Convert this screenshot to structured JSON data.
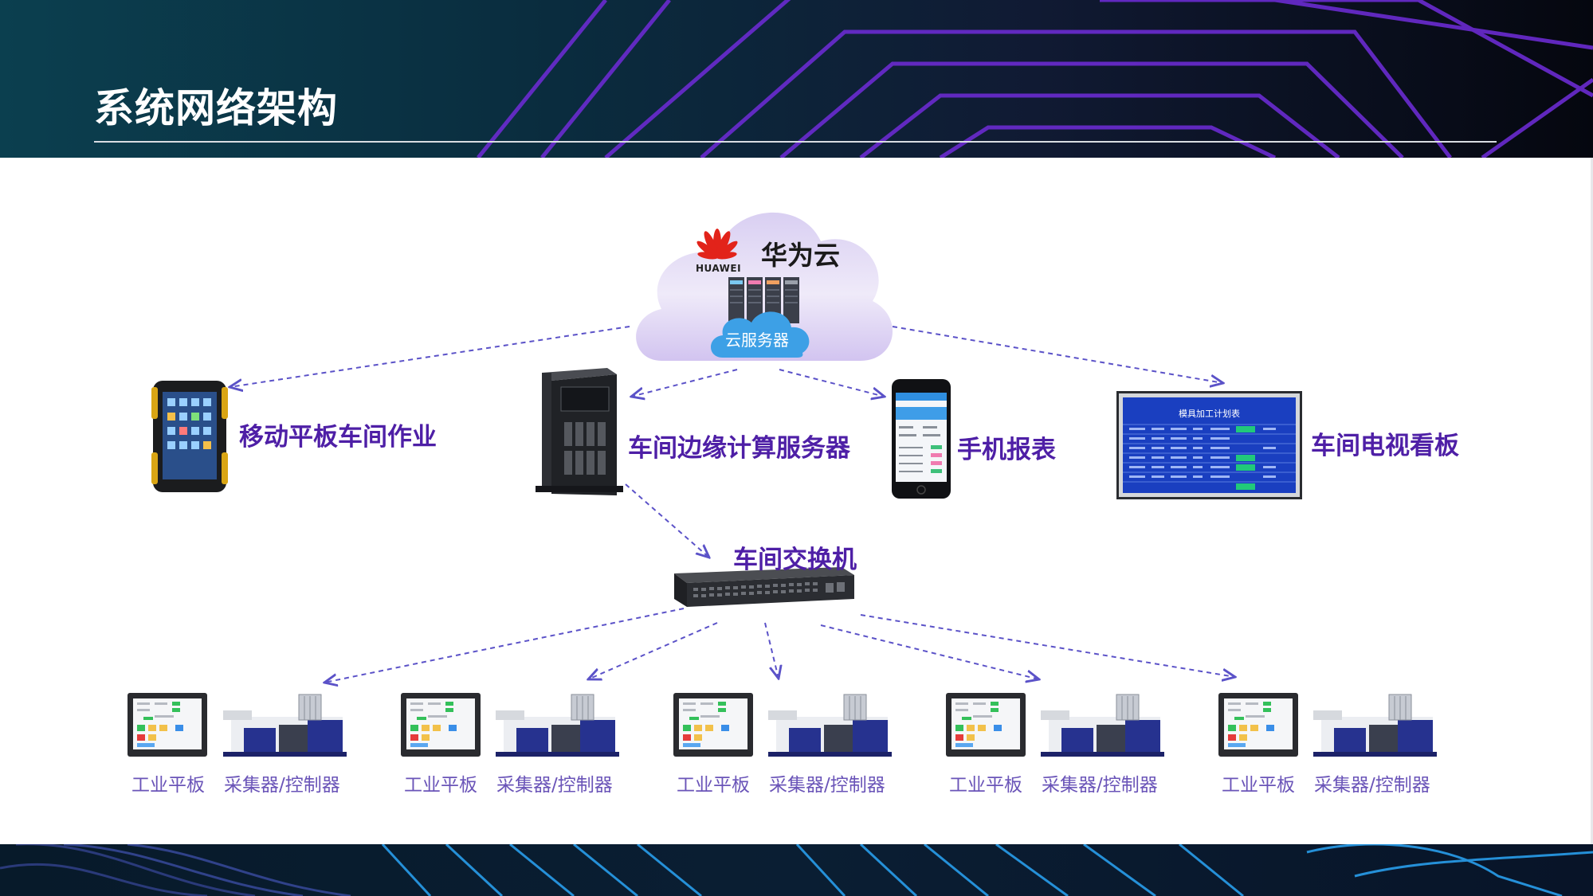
{
  "slide": {
    "title": "系统网络架构"
  },
  "cloud": {
    "brand": "HUAWEI",
    "name": "华为云",
    "server_label": "云服务器"
  },
  "nodes": {
    "tablet": "移动平板车间作业",
    "edge_server": "车间边缘计算服务器",
    "phone": "手机报表",
    "tv_board": "车间电视看板",
    "switch": "车间交换机"
  },
  "tv_screen": {
    "heading": "模具加工计划表"
  },
  "stations": [
    {
      "panel": "工业平板",
      "device": "采集器/控制器"
    },
    {
      "panel": "工业平板",
      "device": "采集器/控制器"
    },
    {
      "panel": "工业平板",
      "device": "采集器/控制器"
    },
    {
      "panel": "工业平板",
      "device": "采集器/控制器"
    },
    {
      "panel": "工业平板",
      "device": "采集器/控制器"
    }
  ],
  "colors": {
    "label": "#4e1fa6",
    "station_label": "#6a54b8",
    "connector": "#5b52c8",
    "huawei_red": "#e2231a"
  }
}
